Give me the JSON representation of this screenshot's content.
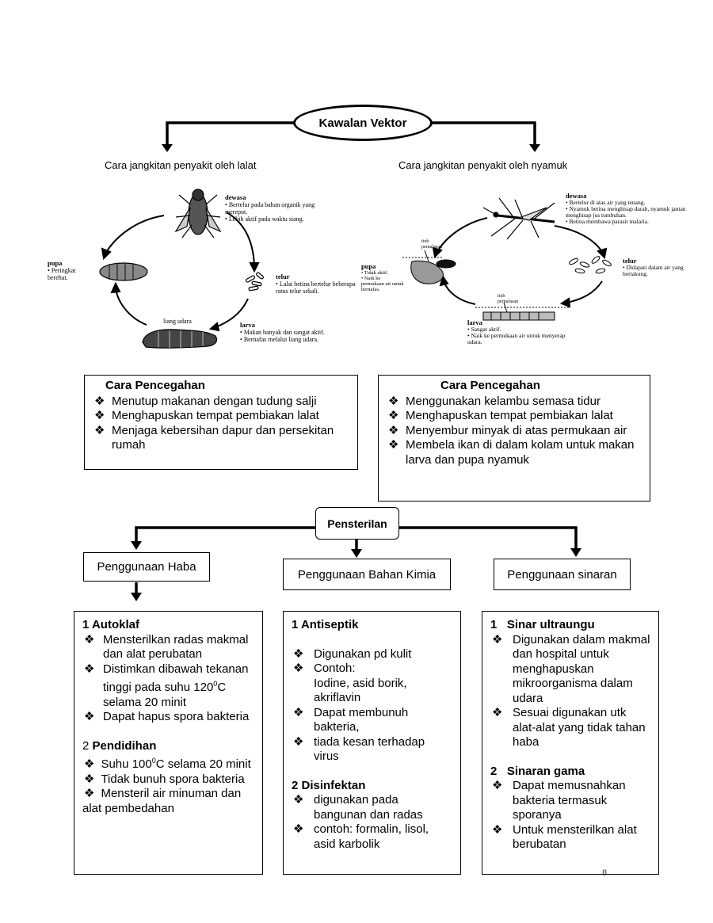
{
  "title": "Kawalan Vektor",
  "left_caption": "Cara jangkitan penyakit oleh lalat",
  "right_caption": "Cara jangkitan penyakit oleh nyamuk",
  "fly_cycle": {
    "dewasa_title": "dewasa",
    "dewasa_1": "Bertelur pada bahan organik yang mereput.",
    "dewasa_2": "Lebih aktif pada waktu siang.",
    "telur_title": "telur",
    "telur_1": "Lalat betina bertelur beberapa ratus telur sekali.",
    "larva_title": "larva",
    "larva_1": "Makan banyak dan sangat aktif.",
    "larva_2": "Bernafas melalui liang udara.",
    "pupa_title": "pupa",
    "pupa_1": "Peringkat berehat.",
    "liang_udara": "liang udara"
  },
  "mosquito_cycle": {
    "dewasa_title": "dewasa",
    "dewasa_1": "Bertelur di atas air yang tenang.",
    "dewasa_2": "Nyamuk betina menghisap darah, nyamuk jantan menghisap jus tumbuhan.",
    "dewasa_3": "Betina membawa parasit malaria.",
    "telur_title": "telur",
    "telur_1": "Didapati dalam air yang bertakung.",
    "larva_title": "larva",
    "larva_1": "Sangat aktif.",
    "larva_2": "Naik ke permukaan air untuk menyerap udara.",
    "pupa_title": "pupa",
    "pupa_1": "Tidak aktif.",
    "pupa_2": "Naik ke permukaan air untuk bernafas.",
    "tiub_1": "tiub pernafasan",
    "tiub_2": "tiub pernafasan"
  },
  "prevention_left": {
    "heading": "Cara Pencegahan",
    "items": [
      "Menutup makanan dengan tudung salji",
      "Menghapuskan tempat pembiakan lalat",
      "Menjaga kebersihan dapur dan persekitan rumah"
    ]
  },
  "prevention_right": {
    "heading": "Cara Pencegahan",
    "items": [
      "Menggunakan kelambu semasa tidur",
      "Menghapuskan tempat pembiakan lalat",
      "Menyembur minyak di atas permukaan air",
      "Membela ikan di dalam kolam untuk makan larva dan pupa nyamuk"
    ]
  },
  "sterilization": "Pensterilan",
  "method_heat": "Penggunaan Haba",
  "method_chem": "Penggunaan Bahan Kimia",
  "method_rad": "Penggunaan sinaran",
  "heat": {
    "h1": "1 Autoklaf",
    "a1": "Mensterilkan radas makmal dan alat perubatan",
    "a2_pre": "Distimkan dibawah tekanan tinggi pada suhu 120",
    "a2_sup": "0",
    "a2_post": "C selama 20 minit",
    "a3": "Dapat hapus spora bakteria",
    "h2_num": "2 ",
    "h2": "Pendidihan",
    "b1_pre": "Suhu 100",
    "b1_sup": "0",
    "b1_post": "C selama 20 minit",
    "b2": "Tidak bunuh spora bakteria",
    "b3": "Mensteril air minuman dan alat pembedahan"
  },
  "chem": {
    "h1": "1  Antiseptik",
    "a1": "Digunakan pd kulit",
    "a2": "Contoh:",
    "a2b": "Iodine, asid borik, akriflavin",
    "a3": "Dapat membunuh bakteria,",
    "a4": "tiada kesan terhadap virus",
    "h2": "2  Disinfektan",
    "b1": "digunakan pada bangunan dan radas",
    "b2": "contoh: formalin, lisol, asid karbolik"
  },
  "rad": {
    "h1": "1   Sinar ultraungu",
    "a1": "Digunakan dalam makmal dan hospital untuk menghapuskan mikroorganisma dalam udara",
    "a2": "Sesuai digunakan utk alat-alat yang tidak tahan haba",
    "h2": "2   Sinaran gama",
    "b1": "Dapat memusnahkan bakteria termasuk sporanya",
    "b2": "Untuk mensterilkan alat berubatan"
  },
  "bullet": "❖",
  "page_number": "8"
}
